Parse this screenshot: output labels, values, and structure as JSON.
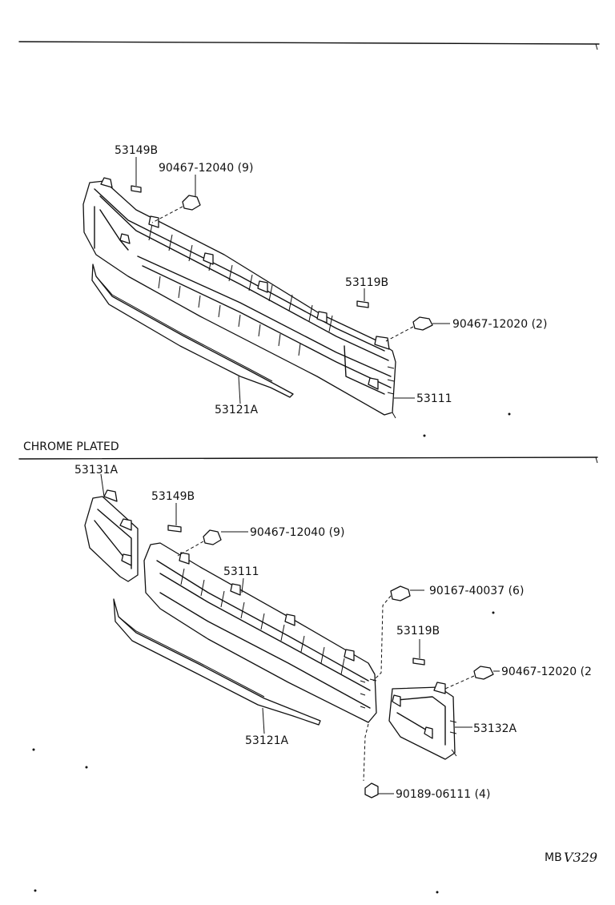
{
  "sections": {
    "chrome_plated": "CHROME PLATED"
  },
  "labels": {
    "top_53149B": "53149B",
    "top_90467_12040": "90467-12040 (9)",
    "top_53119B": "53119B",
    "top_90467_12020": "90467-12020 (2)",
    "top_53111": "53111",
    "top_53121A": "53121A",
    "bot_53131A": "53131A",
    "bot_53149B": "53149B",
    "bot_90467_12040": "90467-12040 (9)",
    "bot_53111": "53111",
    "bot_90167_40037": "90167-40037 (6)",
    "bot_53119B": "53119B",
    "bot_90467_12020": "90467-12020 (2",
    "bot_53132A": "53132A",
    "bot_53121A": "53121A",
    "bot_90189_06111": "90189-06111 (4)"
  },
  "footer": {
    "code_prefix": "MB",
    "code": "V329"
  }
}
